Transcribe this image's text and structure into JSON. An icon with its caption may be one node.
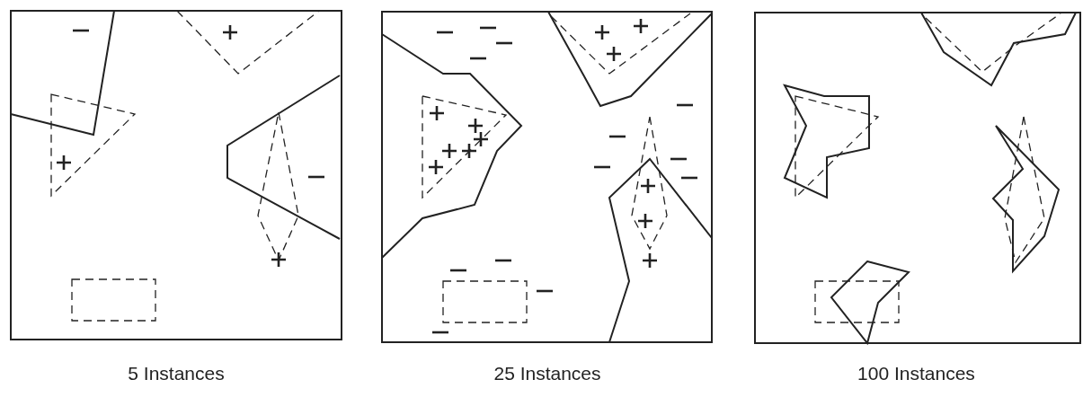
{
  "diagram": {
    "nodes": [
      {
        "text": [
          "5 Instances"
        ]
      },
      {
        "text": [
          "25 Instances"
        ]
      },
      {
        "text": [
          "100 Instances"
        ]
      }
    ]
  }
}
